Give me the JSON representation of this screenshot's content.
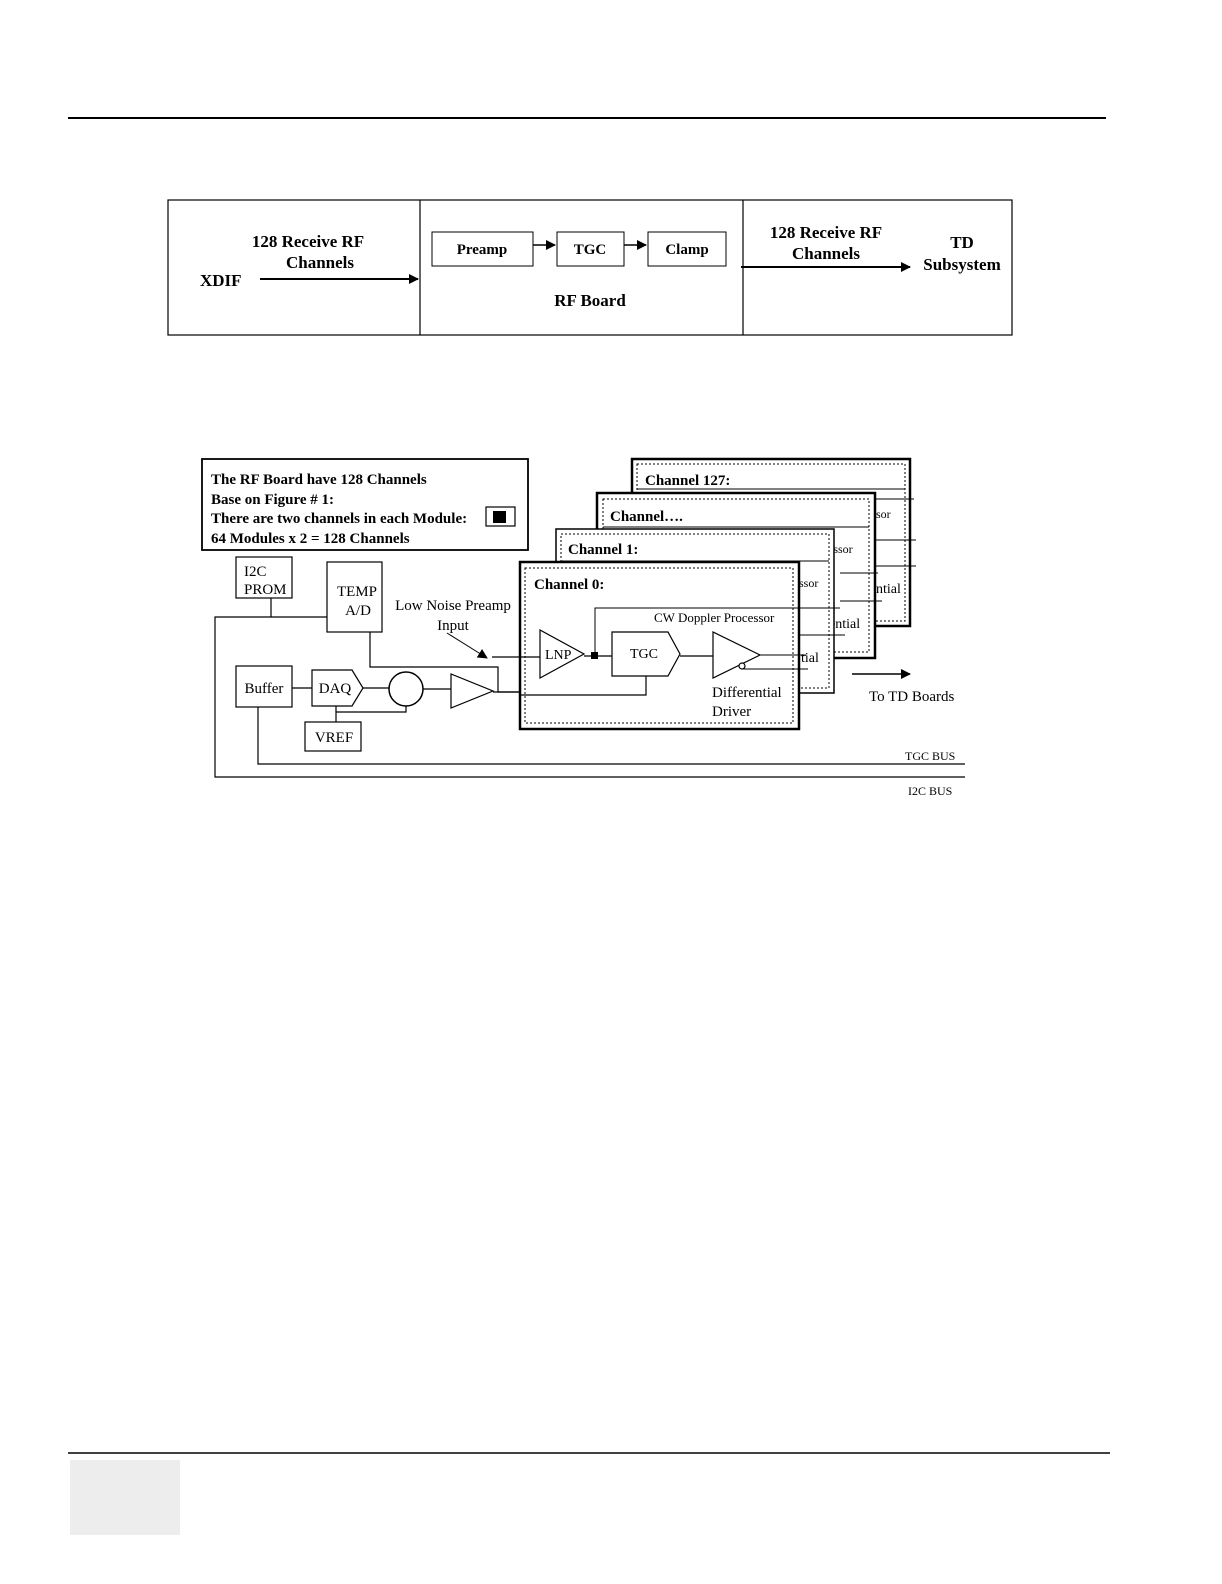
{
  "figure1": {
    "xdif": "XDIF",
    "receive_in_line1": "128 Receive RF",
    "receive_in_line2": "Channels",
    "preamp": "Preamp",
    "tgc": "TGC",
    "clamp": "Clamp",
    "rf_board": "RF Board",
    "receive_out_line1": "128 Receive RF",
    "receive_out_line2": "Channels",
    "td_line1": "TD",
    "td_line2": "Subsystem"
  },
  "figure2": {
    "note_line1": "The RF Board have 128 Channels",
    "note_line2": "Base on Figure # 1:",
    "note_line3": "There are two channels in each Module:",
    "note_line4": "64 Modules x 2 = 128 Channels",
    "channel127": "Channel 127:",
    "channel_dots": "Channel….",
    "channel1": "Channel 1:",
    "channel0": "Channel 0:",
    "frag_sor": "sor",
    "frag_ssor": "ssor",
    "frag_essor": "essor",
    "frag_ntial": "ntial",
    "frag_ential": "ential",
    "frag_tial": "tial",
    "i2c_prom_line1": "I2C",
    "i2c_prom_line2": "PROM",
    "temp_line1": "TEMP",
    "temp_line2": "A/D",
    "lnp_line1": "Low Noise Preamp",
    "lnp_line2": "Input",
    "cw_doppler": "CW Doppler Processor",
    "lnp": "LNP",
    "tgc": "TGC",
    "buffer": "Buffer",
    "daq": "DAQ",
    "vref": "VREF",
    "diff_line1": "Differential",
    "diff_line2": "Driver",
    "to_td": "To TD Boards",
    "tgc_bus": "TGC BUS",
    "i2c_bus": "I2C BUS"
  }
}
